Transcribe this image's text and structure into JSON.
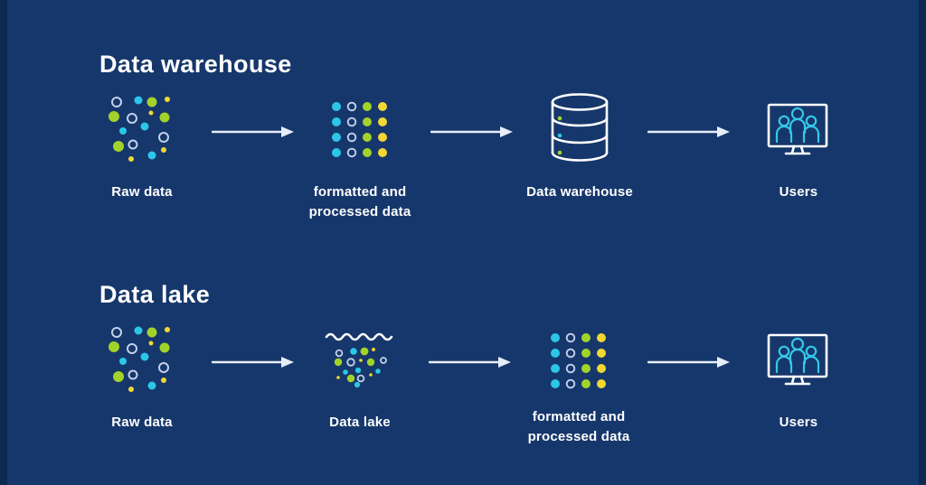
{
  "colors": {
    "edge": "#0d2a52",
    "panel": "#16376b",
    "text": "#ffffff",
    "cyan": "#2cc7e8",
    "green": "#a3d32b",
    "yellow": "#f2d733",
    "outline": "#c3d0ea",
    "arrow": "#e7eefb",
    "stroke": "#ffffff",
    "people": "#35c8e8"
  },
  "diagram": {
    "warehouse": {
      "title": "Data warehouse",
      "raw_label": "Raw data",
      "formatted_label_line1": "formatted and",
      "formatted_label_line2": "processed data",
      "warehouse_label": "Data warehouse",
      "users_label": "Users"
    },
    "lake": {
      "title": "Data lake",
      "raw_label": "Raw data",
      "lake_label": "Data lake",
      "formatted_label_line1": "formatted and",
      "formatted_label_line2": "processed data",
      "users_label": "Users"
    }
  }
}
